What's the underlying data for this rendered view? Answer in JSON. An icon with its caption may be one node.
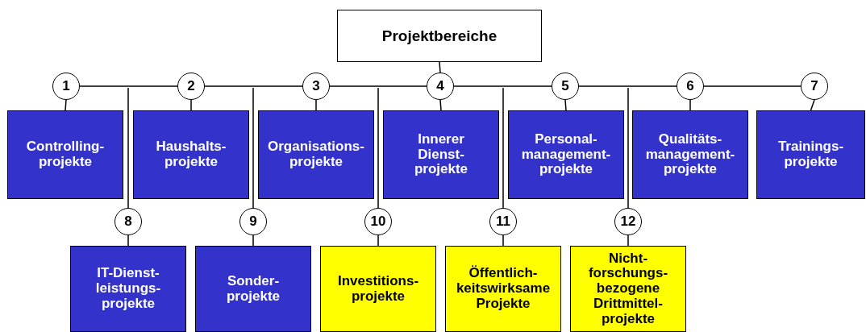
{
  "diagram": {
    "nodes": [
      {
        "text": [
          "Projektbereiche"
        ]
      },
      {
        "text": [
          "1"
        ]
      },
      {
        "text": [
          "2"
        ]
      },
      {
        "text": [
          "3"
        ]
      },
      {
        "text": [
          "4"
        ]
      },
      {
        "text": [
          "5"
        ]
      },
      {
        "text": [
          "6"
        ]
      },
      {
        "text": [
          "7"
        ]
      },
      {
        "text": [
          "Controlling- projekte"
        ]
      },
      {
        "text": [
          "Haushalts- projekte"
        ]
      },
      {
        "text": [
          "Organisations- projekte"
        ]
      },
      {
        "text": [
          "Innerer Dienst- projekte"
        ]
      },
      {
        "text": [
          "Personal- management- projekte"
        ]
      },
      {
        "text": [
          "Qualitäts- management- projekte"
        ]
      },
      {
        "text": [
          "Trainings- projekte"
        ]
      },
      {
        "text": [
          "8"
        ]
      },
      {
        "text": [
          "9"
        ]
      },
      {
        "text": [
          "10"
        ]
      },
      {
        "text": [
          "11"
        ]
      },
      {
        "text": [
          "12"
        ]
      },
      {
        "text": [
          "IT-Dienst- leistungs- projekte"
        ]
      },
      {
        "text": [
          "Sonder- projekte"
        ]
      },
      {
        "text": [
          "Investitions- projekte"
        ]
      },
      {
        "text": [
          "Öffentlich- keitswirksame Projekte"
        ]
      },
      {
        "text": [
          "Nicht- forschungs- bezogene Drittmittel- projekte"
        ]
      }
    ],
    "edges": [
      {
        "from": 0,
        "to": 4,
        "arrow": "none"
      },
      {
        "from": 1,
        "to": 2,
        "arrow": "none"
      },
      {
        "from": 2,
        "to": 3,
        "arrow": "none"
      },
      {
        "from": 3,
        "to": 4,
        "arrow": "none"
      },
      {
        "from": 4,
        "to": 5,
        "arrow": "none"
      },
      {
        "from": 5,
        "to": 6,
        "arrow": "none"
      },
      {
        "from": 6,
        "to": 7,
        "arrow": "none"
      },
      {
        "from": 1,
        "to": 8,
        "arrow": "none"
      },
      {
        "from": 2,
        "to": 9,
        "arrow": "none"
      },
      {
        "from": 3,
        "to": 10,
        "arrow": "none"
      },
      {
        "from": 4,
        "to": 11,
        "arrow": "none"
      },
      {
        "from": 5,
        "to": 12,
        "arrow": "none"
      },
      {
        "from": 6,
        "to": 13,
        "arrow": "none"
      },
      {
        "from": 7,
        "to": 14,
        "arrow": "none"
      },
      {
        "from": null,
        "to": 15,
        "arrow": "none"
      },
      {
        "from": null,
        "to": 16,
        "arrow": "none"
      },
      {
        "from": null,
        "to": 17,
        "arrow": "none"
      },
      {
        "from": null,
        "to": 18,
        "arrow": "none"
      },
      {
        "from": null,
        "to": 19,
        "arrow": "none"
      },
      {
        "from": 15,
        "to": 20,
        "arrow": "none"
      },
      {
        "from": 16,
        "to": 21,
        "arrow": "none"
      },
      {
        "from": 17,
        "to": 22,
        "arrow": "none"
      },
      {
        "from": 18,
        "to": 23,
        "arrow": "none"
      },
      {
        "from": 19,
        "to": 24,
        "arrow": "none"
      }
    ]
  }
}
